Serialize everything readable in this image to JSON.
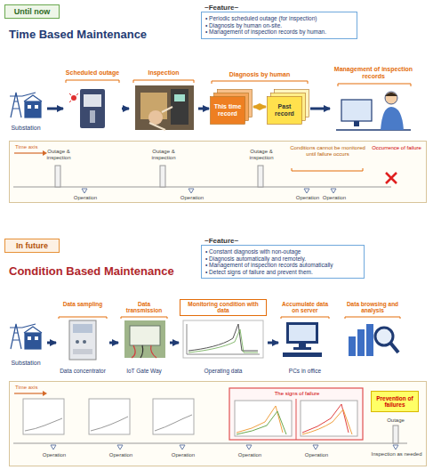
{
  "diagram": {
    "nodes": [
      {
        "text": [
          "Until now"
        ]
      },
      {
        "text": [
          "~Feature~",
          "• Periodic scheduled outage (for inspection)",
          "• Diagnosis by human on-site.",
          "• Management of inspection records by human."
        ]
      },
      {
        "text": [
          "Substation"
        ]
      },
      {
        "text": [
          "Scheduled outage"
        ]
      },
      {
        "text": [
          "Inspection"
        ]
      },
      {
        "text": [
          "This time record"
        ]
      },
      {
        "text": [
          "Past record"
        ]
      },
      {
        "text": [
          "Management of inspection records"
        ]
      },
      {
        "text": [
          "Time axis",
          "Outage & inspection",
          "Outage & inspection",
          "Outage & inspection",
          "Operation",
          "Operation",
          "Operation",
          "Operation",
          "Conditions cannot be monitored until failure occurs",
          "Occurrence of failure"
        ]
      },
      {
        "text": [
          "In future"
        ]
      },
      {
        "text": [
          "~Feature~",
          "• Constant diagnosis with non-outage",
          "• Diagnosis automatically and remotely.",
          "• Management of inspection records automatically",
          "• Detect signs of failure and prevent them."
        ]
      },
      {
        "text": [
          "Substation"
        ]
      },
      {
        "text": [
          "Data sampling",
          "Data concentrator"
        ]
      },
      {
        "text": [
          "Data transmission",
          "IoT Gate Way"
        ]
      },
      {
        "text": [
          "Monitoring condition with data",
          "Operating data"
        ]
      },
      {
        "text": [
          "Accumulate data on server",
          "PCs in office"
        ]
      },
      {
        "text": [
          "Data browsing and analysis"
        ]
      },
      {
        "text": [
          "Time axis",
          "The signs of failure",
          "Outage",
          "Inspection as needed",
          "Operation",
          "Operation",
          "Operation",
          "Operation",
          "Operation"
        ]
      },
      {
        "text": [
          "Prevention of failures"
        ],
        "in": 17
      }
    ],
    "edges": [
      {
        "from": 2,
        "to": 3,
        "arrow": "to"
      },
      {
        "from": 3,
        "to": 4,
        "arrow": "to"
      },
      {
        "from": 4,
        "to": 5,
        "arrow": "to"
      },
      {
        "from": 5,
        "to": 6,
        "arrow": "both"
      },
      {
        "from": 6,
        "to": 7,
        "arrow": "to"
      },
      {
        "from": 11,
        "to": 12,
        "arrow": "to"
      },
      {
        "from": 12,
        "to": 13,
        "arrow": "to"
      },
      {
        "from": 13,
        "to": 14,
        "arrow": "to"
      },
      {
        "from": 14,
        "to": 15,
        "arrow": "to"
      }
    ],
    "labels": [
      "Time Based Maintenance",
      "Diagnosis by human",
      "Condition Based Maintenance"
    ]
  }
}
